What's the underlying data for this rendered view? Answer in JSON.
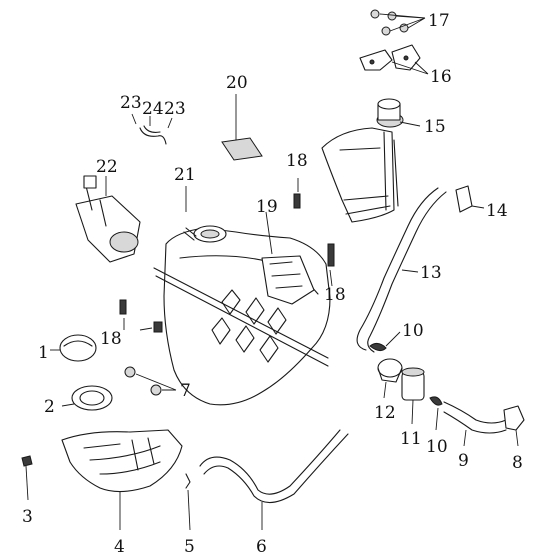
{
  "diagram": {
    "callouts": [
      "1",
      "2",
      "3",
      "4",
      "5",
      "6",
      "7",
      "8",
      "9",
      "10",
      "11",
      "12",
      "13",
      "14",
      "15",
      "16",
      "17",
      "18",
      "19",
      "20",
      "21",
      "22",
      "23",
      "24"
    ],
    "labels": {
      "p1": "1",
      "p2": "2",
      "p3": "3",
      "p4": "4",
      "p5": "5",
      "p6": "6",
      "p7": "7",
      "p8": "8",
      "p9": "9",
      "p10a": "10",
      "p10b": "10",
      "p11": "11",
      "p12": "12",
      "p13": "13",
      "p14": "14",
      "p15": "15",
      "p16": "16",
      "p17": "17",
      "p18a": "18",
      "p18b": "18",
      "p18c": "18",
      "p19": "19",
      "p20": "20",
      "p21": "21",
      "p22": "22",
      "p23a": "23",
      "p23b": "23",
      "p24": "24"
    }
  }
}
